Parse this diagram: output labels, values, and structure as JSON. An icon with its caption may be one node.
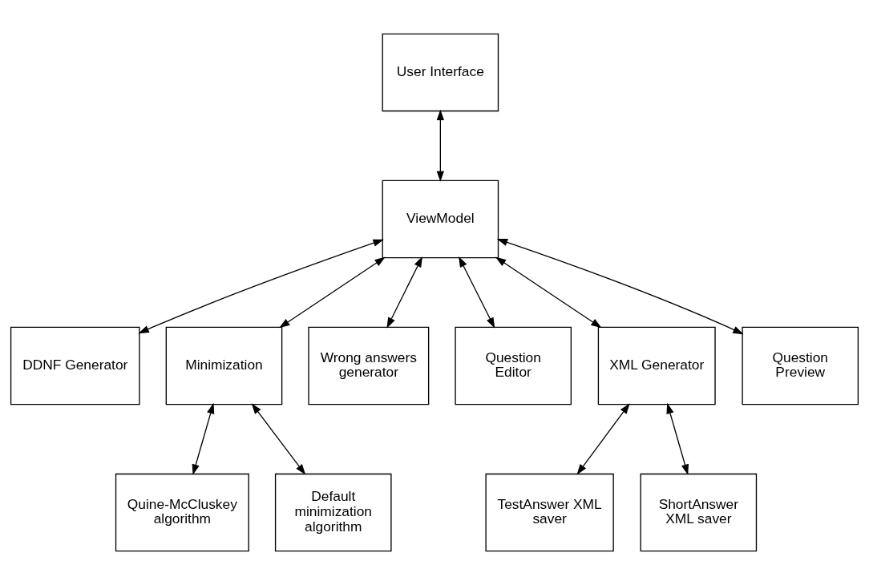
{
  "diagram": {
    "nodes": [
      {
        "text": [
          "User Interface"
        ]
      },
      {
        "text": [
          "ViewModel"
        ]
      },
      {
        "text": [
          "DDNF Generator"
        ]
      },
      {
        "text": [
          "Minimization"
        ]
      },
      {
        "text": [
          "Wrong answers generator"
        ]
      },
      {
        "text": [
          "Question Editor"
        ]
      },
      {
        "text": [
          "XML Generator"
        ]
      },
      {
        "text": [
          "Question Preview"
        ]
      },
      {
        "text": [
          "Quine-McCluskey algorithm"
        ]
      },
      {
        "text": [
          "Default minimization algorithm"
        ]
      },
      {
        "text": [
          "TestAnswer XML saver"
        ]
      },
      {
        "text": [
          "ShortAnswer XML saver"
        ]
      }
    ],
    "edges": [
      {
        "from": 0,
        "to": 1,
        "arrow": "both"
      },
      {
        "from": 1,
        "to": 2,
        "arrow": "both"
      },
      {
        "from": 1,
        "to": 3,
        "arrow": "both"
      },
      {
        "from": 1,
        "to": 4,
        "arrow": "both"
      },
      {
        "from": 1,
        "to": 5,
        "arrow": "both"
      },
      {
        "from": 1,
        "to": 6,
        "arrow": "both"
      },
      {
        "from": 1,
        "to": 7,
        "arrow": "both"
      },
      {
        "from": 3,
        "to": 8,
        "arrow": "both"
      },
      {
        "from": 3,
        "to": 9,
        "arrow": "both"
      },
      {
        "from": 6,
        "to": 10,
        "arrow": "both"
      },
      {
        "from": 6,
        "to": 11,
        "arrow": "both"
      }
    ]
  }
}
